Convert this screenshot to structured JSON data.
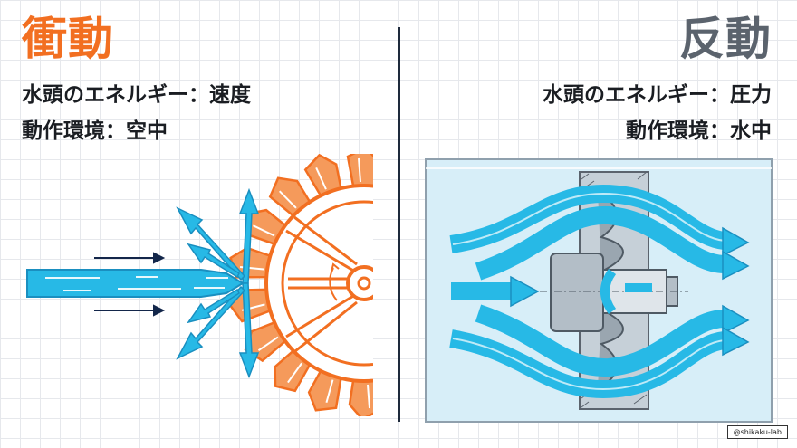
{
  "impulse": {
    "title": "衝動",
    "energy_line": "水頭のエネルギー：速度",
    "env_line": "動作環境：空中",
    "color": "#f26f21"
  },
  "reaction": {
    "title": "反動",
    "energy_line": "水頭のエネルギー：圧力",
    "env_line": "動作環境：水中",
    "color": "#5b636d"
  },
  "credit": "@shikaku-lab",
  "colors": {
    "water": "#27b9e6",
    "water_light": "#d7eef8",
    "divider": "#1e2a3c",
    "dark_arrow": "#13264a"
  }
}
